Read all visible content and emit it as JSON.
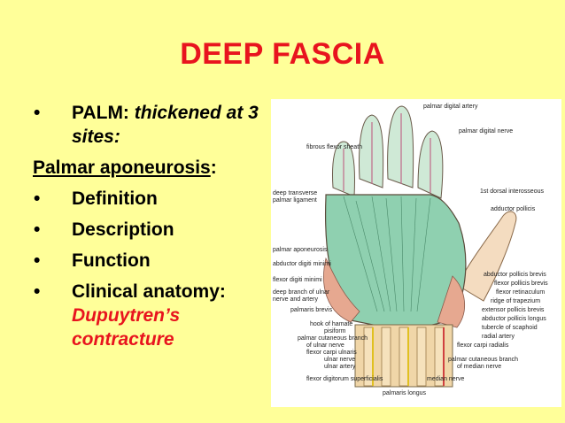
{
  "slide": {
    "title": "DEEP FASCIA",
    "bullets": [
      {
        "lead": "PALM:",
        "rest": "thickened at 3 sites:"
      },
      {
        "heading": "Palmar aponeurosis",
        "colon": ":"
      },
      {
        "text": "Definition"
      },
      {
        "text": "Description"
      },
      {
        "text": "Function"
      },
      {
        "text": "Clinical anatomy:",
        "sub1": "Dupuytren’s",
        "sub2": "contracture"
      }
    ],
    "bullet_glyph": "•"
  },
  "figure": {
    "labels": [
      "palmar digital artery",
      "palmar digital nerve",
      "fibrous flexor sheath",
      "1st dorsal interosseous",
      "deep transverse palmar ligament",
      "adductor pollicis",
      "palmar aponeurosis",
      "abductor digiti minimi",
      "abductor pollicis brevis",
      "flexor digiti minimi",
      "flexor pollicis brevis",
      "flexor retinaculum",
      "deep branch of ulnar nerve and artery",
      "ridge of trapezium",
      "palmaris brevis",
      "extensor pollicis brevis",
      "hook of hamate",
      "abductor pollicis longus",
      "pisiform",
      "tubercle of scaphoid",
      "palmar cutaneous branch of ulnar nerve",
      "radial artery",
      "flexor carpi ulnaris",
      "flexor carpi radialis",
      "ulnar nerve",
      "ulnar artery",
      "palmar cutaneous branch of median nerve",
      "flexor digitorum superficialis",
      "median nerve",
      "palmaris longus"
    ]
  },
  "colors": {
    "background": "#ffff99",
    "title": "#e8141e",
    "accent_text": "#e8141e"
  }
}
